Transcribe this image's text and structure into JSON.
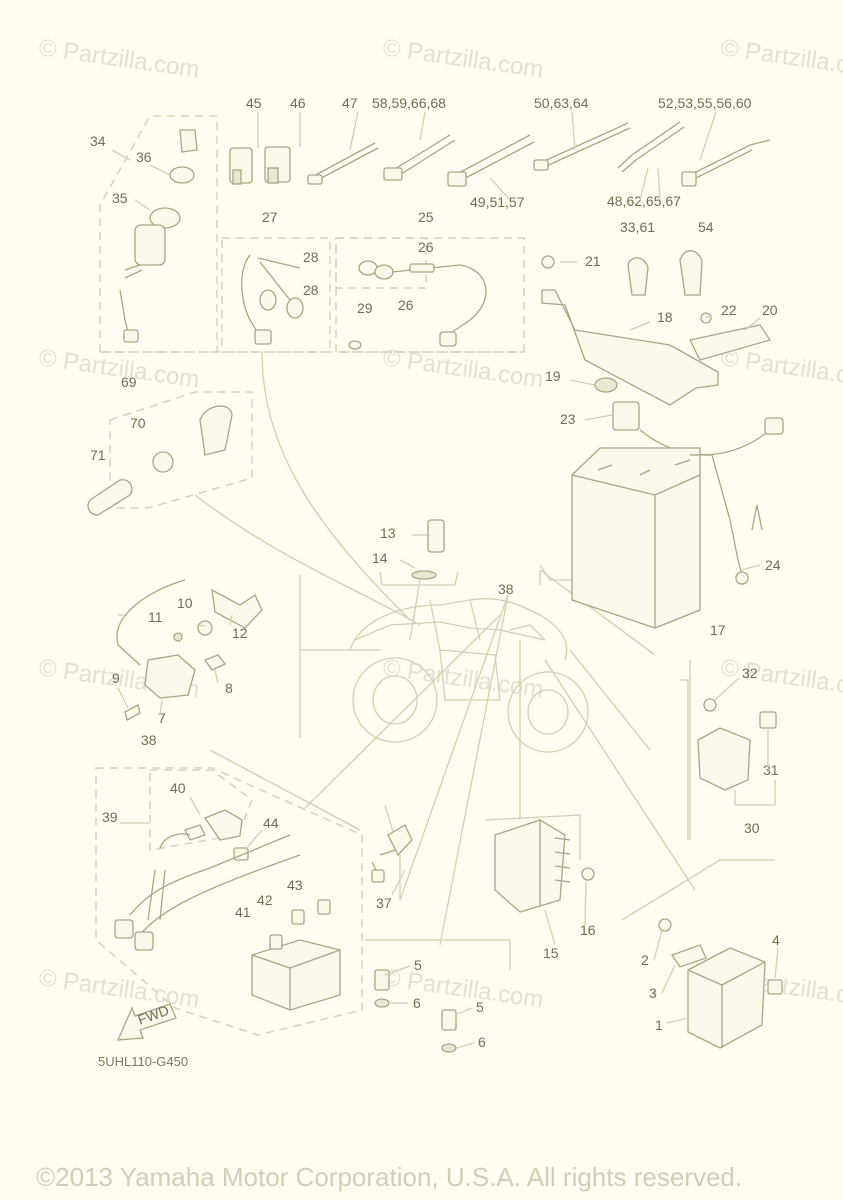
{
  "watermark": "© Partzilla.com",
  "diagram_code": "5UHL110-G450",
  "fwd_arrow_label": "FWD",
  "copyright": "©2013 Yamaha Motor Corporation, U.S.A. All rights reserved.",
  "callouts": {
    "c1": "1",
    "c2": "2",
    "c3": "3",
    "c4": "4",
    "c5a": "5",
    "c5b": "5",
    "c6a": "6",
    "c6b": "6",
    "c7": "7",
    "c8": "8",
    "c9": "9",
    "c10": "10",
    "c11": "11",
    "c12": "12",
    "c13": "13",
    "c14": "14",
    "c15": "15",
    "c16": "16",
    "c17": "17",
    "c18": "18",
    "c19": "19",
    "c20": "20",
    "c21": "21",
    "c22": "22",
    "c23": "23",
    "c24": "24",
    "c25": "25",
    "c26a": "26",
    "c26b": "26",
    "c27": "27",
    "c28a": "28",
    "c28b": "28",
    "c29": "29",
    "c30": "30",
    "c31": "31",
    "c32": "32",
    "c33_61": "33,61",
    "c34": "34",
    "c35": "35",
    "c36": "36",
    "c37": "37",
    "c38a": "38",
    "c38b": "38",
    "c39": "39",
    "c40": "40",
    "c41": "41",
    "c42": "42",
    "c43": "43",
    "c44": "44",
    "c45": "45",
    "c46": "46",
    "c47": "47",
    "c48_62_65_67": "48,62,65,67",
    "c49_51_57": "49,51,57",
    "c50_63_64": "50,63,64",
    "c52_53_55_56_60": "52,53,55,56,60",
    "c54": "54",
    "c58_59_66_68": "58,59,66,68",
    "c69": "69",
    "c70": "70",
    "c71": "71"
  }
}
